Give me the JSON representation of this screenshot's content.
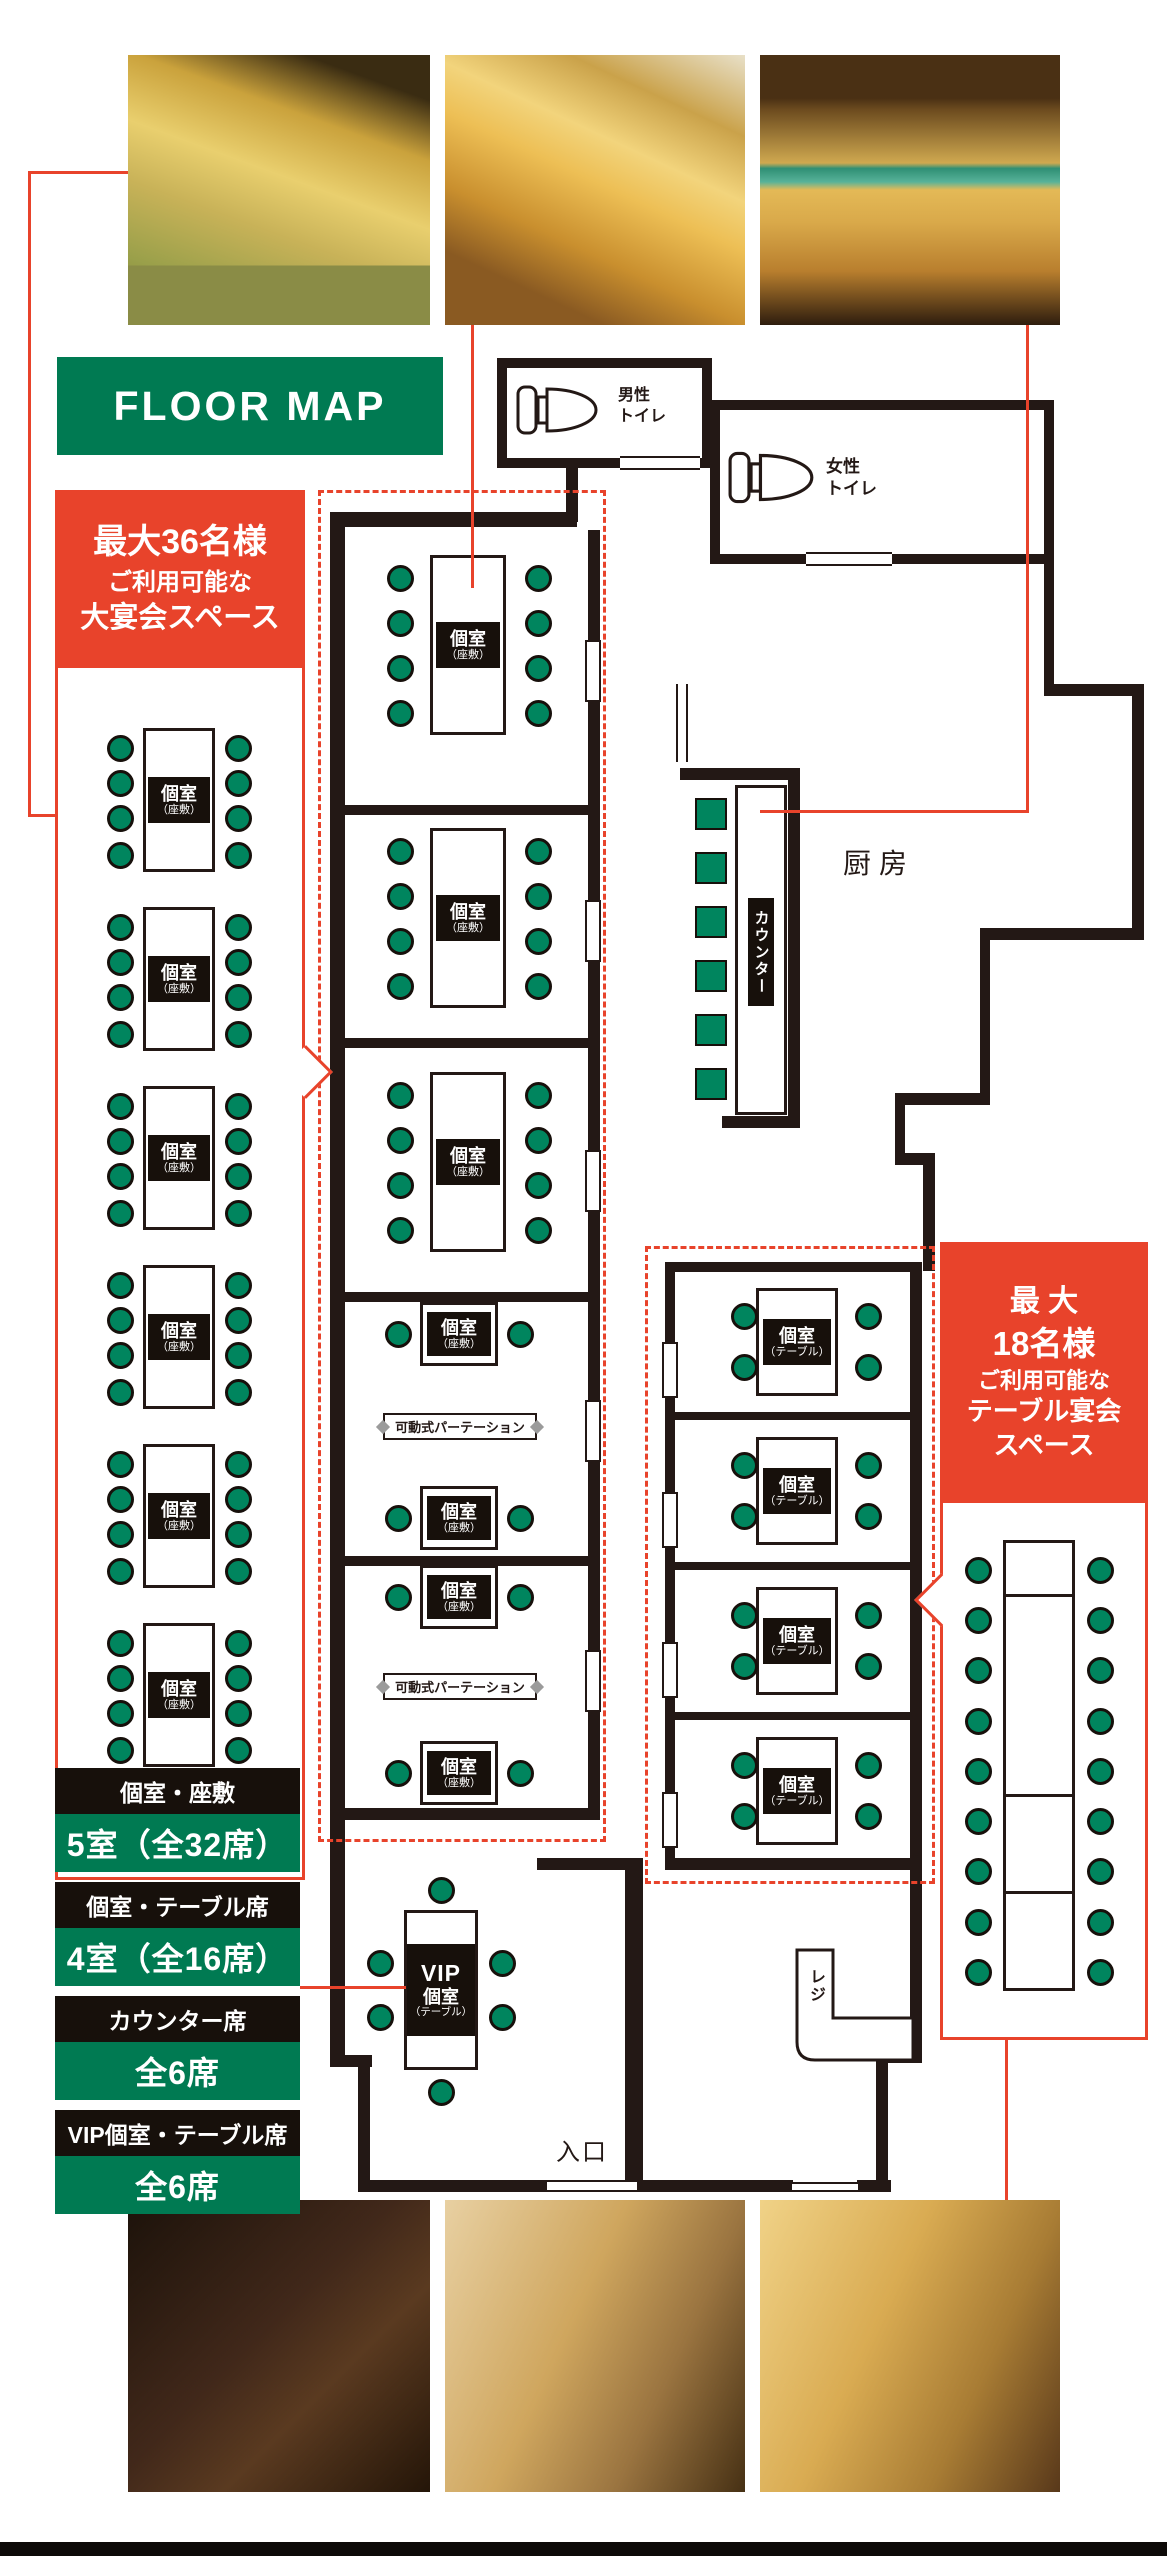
{
  "poster": {
    "title": "FLOOR MAP",
    "colors": {
      "green": "#007A52",
      "seat_green": "#00855E",
      "red": "#E8432B",
      "wall": "#231815"
    },
    "callouts": {
      "left": {
        "lines": [
          "最大36名様",
          "ご利用可能な",
          "大宴会スペース"
        ]
      },
      "right": {
        "lines": [
          "最 大",
          "18名様",
          "ご利用可能な",
          "テーブル宴会",
          "スペース"
        ]
      }
    },
    "rooms": {
      "zashiki_label": "個室",
      "zashiki_sub": "（座敷）",
      "table_label": "個室",
      "table_sub": "（テーブル）",
      "vip": [
        "VIP",
        "個室",
        "（テーブル）"
      ],
      "partition": "可動式パーテーション"
    },
    "places": {
      "mens_toilet": [
        "男性",
        "トイレ"
      ],
      "womens_toilet": [
        "女性",
        "トイレ"
      ],
      "kitchen": "厨房",
      "counter": "カウンター",
      "register": "レジ",
      "entrance": "入口"
    },
    "legend": [
      {
        "title": "個室・座敷",
        "value": "5室（全32席）"
      },
      {
        "title": "個室・テーブル席",
        "value": "4室（全16席）"
      },
      {
        "title": "カウンター席",
        "value": "全6席"
      },
      {
        "title": "VIP個室・テーブル席",
        "value": "全6席"
      }
    ]
  }
}
